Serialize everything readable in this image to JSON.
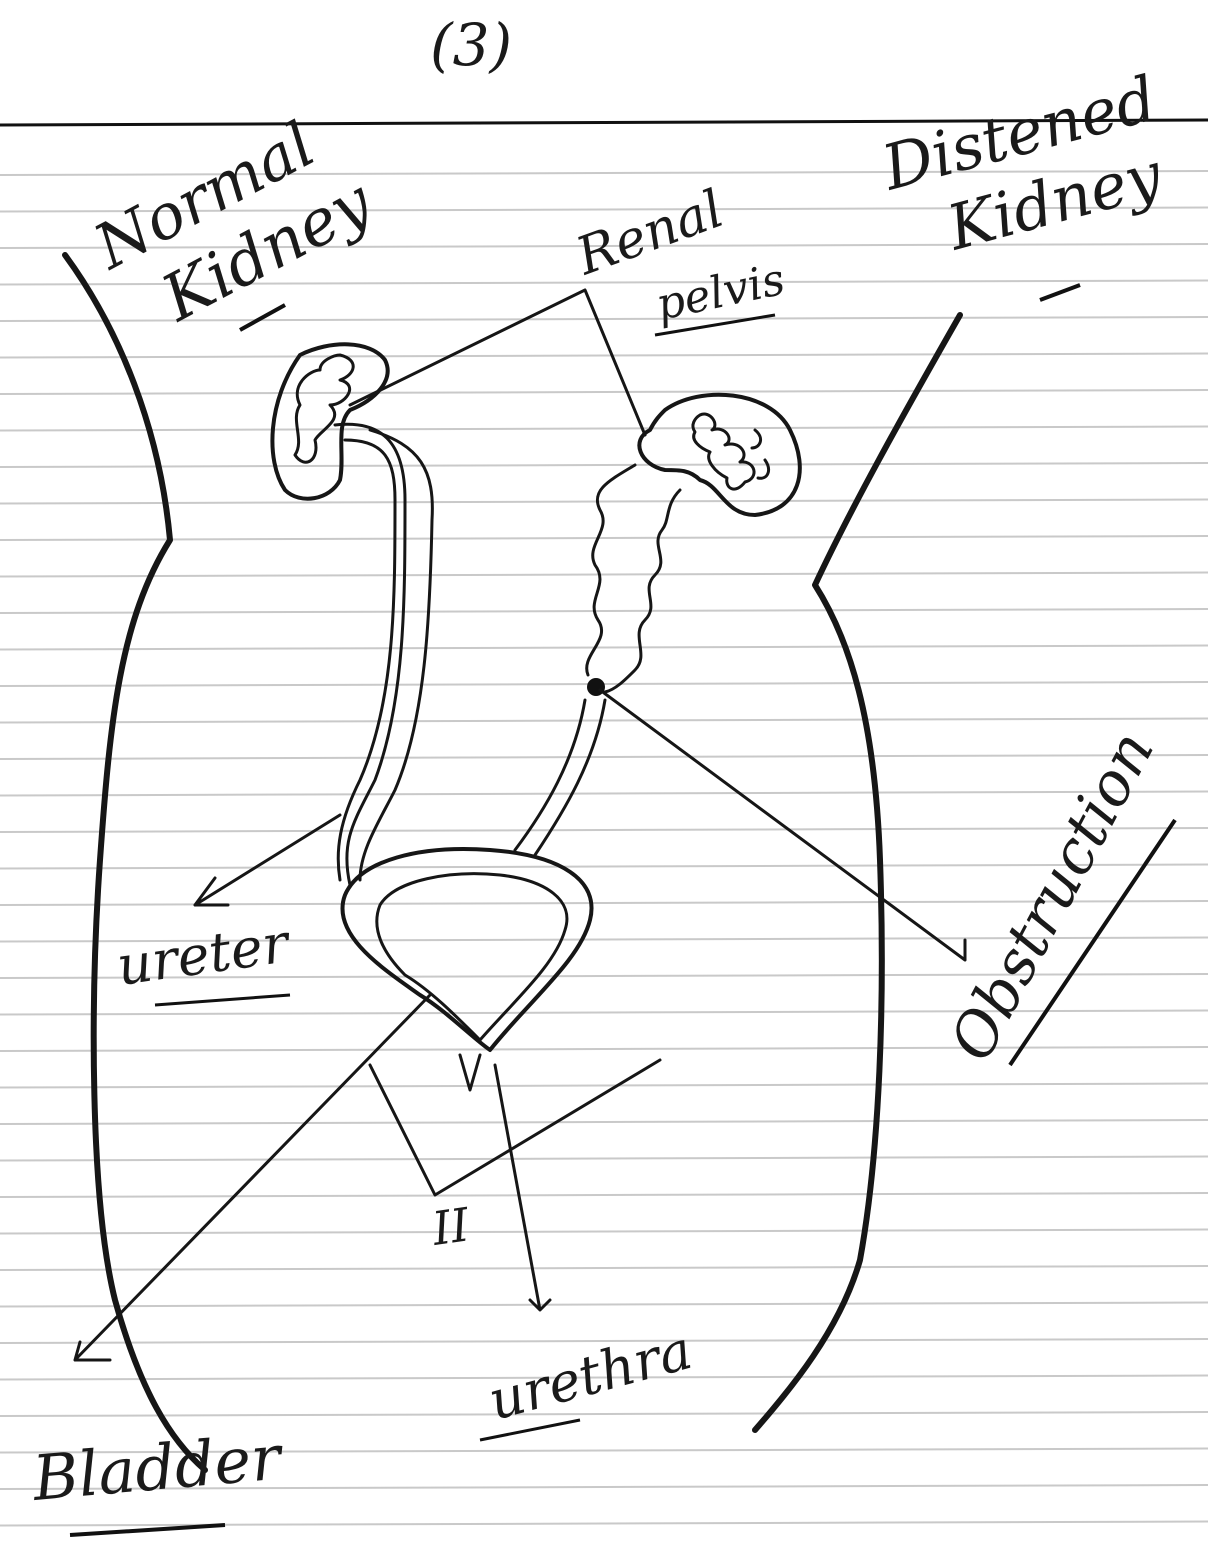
{
  "page": {
    "number": "(3)"
  },
  "labels": {
    "normal_kidney_line1": "Normal",
    "normal_kidney_line2": "Kidney",
    "distended_kidney_line1": "Distened",
    "distended_kidney_line2": "Kidney",
    "renal_pelvis_line1": "Renal",
    "renal_pelvis_line2": "pelvis",
    "ureter": "ureter",
    "obstruction": "Obstruction",
    "urethra": "urethra",
    "bladder": "Bladder",
    "ii_mark": "II"
  },
  "colors": {
    "ink": "#161616",
    "paper": "#ffffff",
    "rule": "#c9c9c9"
  }
}
